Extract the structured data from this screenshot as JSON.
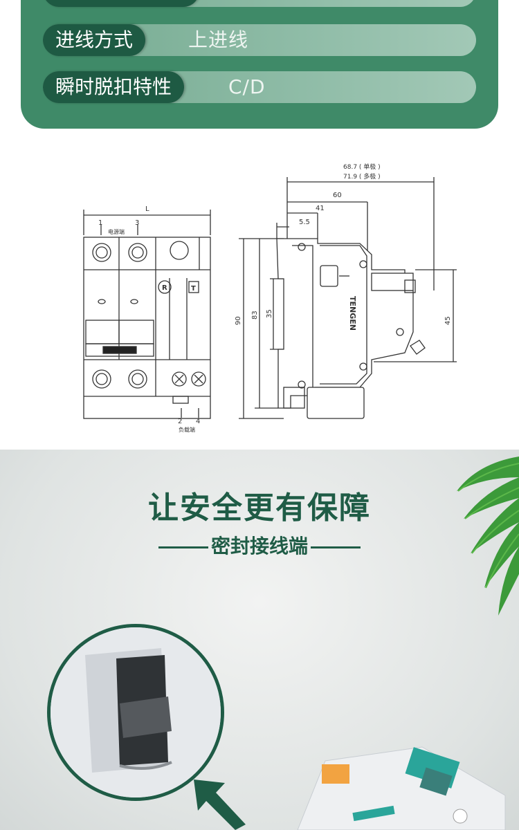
{
  "specs": {
    "row1": {
      "label": "进线方式",
      "value": "上进线"
    },
    "row2": {
      "label": "瞬时脱扣特性",
      "value": "C/D"
    }
  },
  "drawing": {
    "front": {
      "dim_width": "L",
      "terminal_top": [
        "1",
        "3"
      ],
      "terminal_top_label": "电源端",
      "terminal_bottom": [
        "2",
        "4"
      ],
      "terminal_bottom_label": "负载端",
      "button_r": "R",
      "button_t": "T"
    },
    "side": {
      "depth_single": "68.7 ( 单极 )",
      "depth_multi": "71.9 ( 多极 )",
      "dim_60": "60",
      "dim_41": "41",
      "dim_55": "5.5",
      "dim_90": "90",
      "dim_83": "83",
      "dim_35": "35",
      "dim_45": "45",
      "brand": "TENGEN"
    }
  },
  "promo": {
    "title": "让安全更有保障",
    "subtitle": "密封接线端"
  },
  "colors": {
    "panel_green": "#3f8a68",
    "label_dark_green": "#1e5a43",
    "accent_teal": "#2aa59a",
    "title_green": "#1f5c46"
  }
}
